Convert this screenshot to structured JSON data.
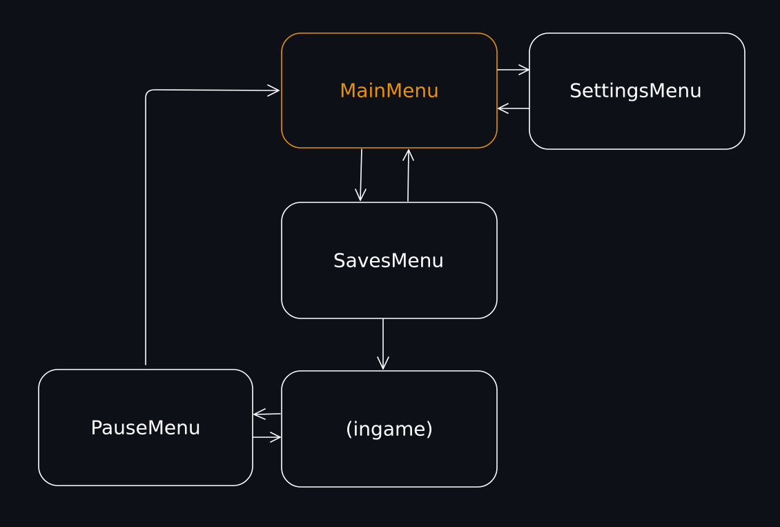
{
  "colors": {
    "background": "#0d1117",
    "stroke": "#ffffff",
    "highlight": "#e8900f"
  },
  "nodes": {
    "main_menu": "MainMenu",
    "settings_menu": "SettingsMenu",
    "saves_menu": "SavesMenu",
    "ingame": "(ingame)",
    "pause_menu": "PauseMenu"
  },
  "edges": [
    {
      "from": "MainMenu",
      "to": "SettingsMenu"
    },
    {
      "from": "SettingsMenu",
      "to": "MainMenu"
    },
    {
      "from": "MainMenu",
      "to": "SavesMenu"
    },
    {
      "from": "SavesMenu",
      "to": "MainMenu"
    },
    {
      "from": "SavesMenu",
      "to": "(ingame)"
    },
    {
      "from": "(ingame)",
      "to": "PauseMenu"
    },
    {
      "from": "PauseMenu",
      "to": "(ingame)"
    },
    {
      "from": "PauseMenu",
      "to": "MainMenu"
    }
  ]
}
